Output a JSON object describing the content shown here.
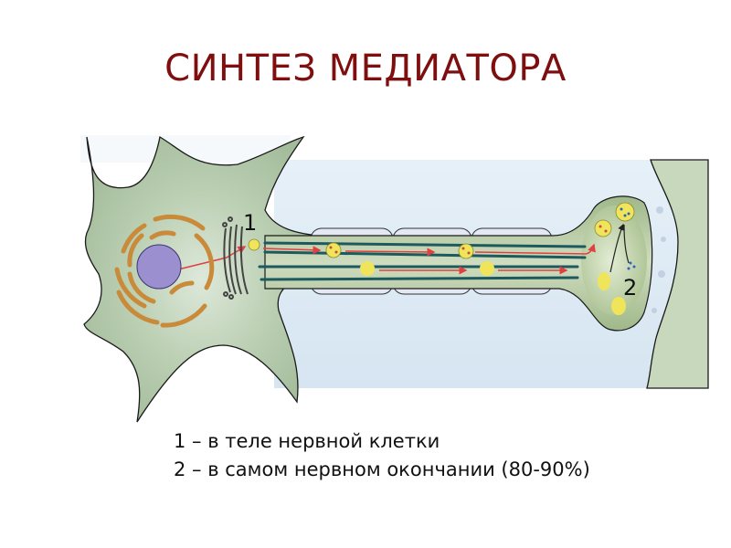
{
  "slide": {
    "title": "СИНТЕЗ МЕДИАТОРА"
  },
  "diagram": {
    "description": "Neuron with cell body, axon and nerve terminal showing mediator synthesis sites",
    "markers": [
      {
        "id": "1",
        "label": "1"
      },
      {
        "id": "2",
        "label": "2"
      }
    ],
    "colors": {
      "cell": "#a9c2a0",
      "background_fluid": "#d8e6f2",
      "target_cell": "#c4d4b8",
      "nucleus": "#9b8fd0",
      "er": "#c98a3a",
      "microtubule": "#1c5a5e",
      "vesicle": "#f0e45a",
      "arrow": "#e04040"
    }
  },
  "legend": {
    "items": [
      {
        "text": "1 – в теле нервной клетки"
      },
      {
        "text": "2 – в самом нервном окончании (80-90%)"
      }
    ]
  }
}
